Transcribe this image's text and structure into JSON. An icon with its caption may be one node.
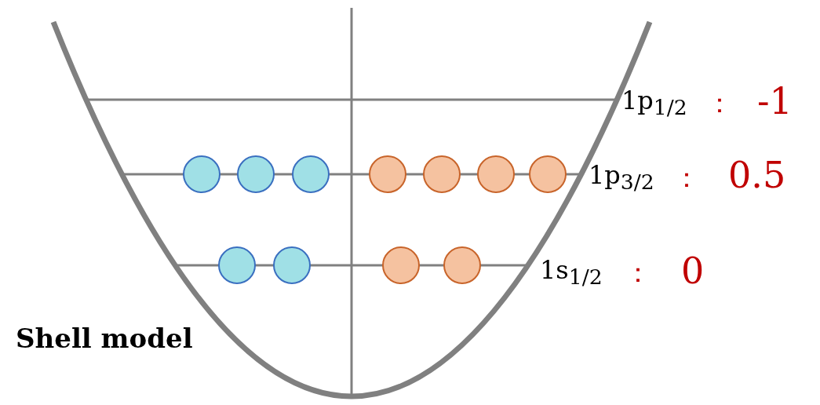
{
  "diagram": {
    "labels": [
      "1p$_{1/2}$",
      "：",
      "-1",
      "1p$_{3/2}$",
      "：",
      "0.5",
      "1s$_{1/2}$",
      "：",
      "0",
      "Shell model"
    ]
  }
}
